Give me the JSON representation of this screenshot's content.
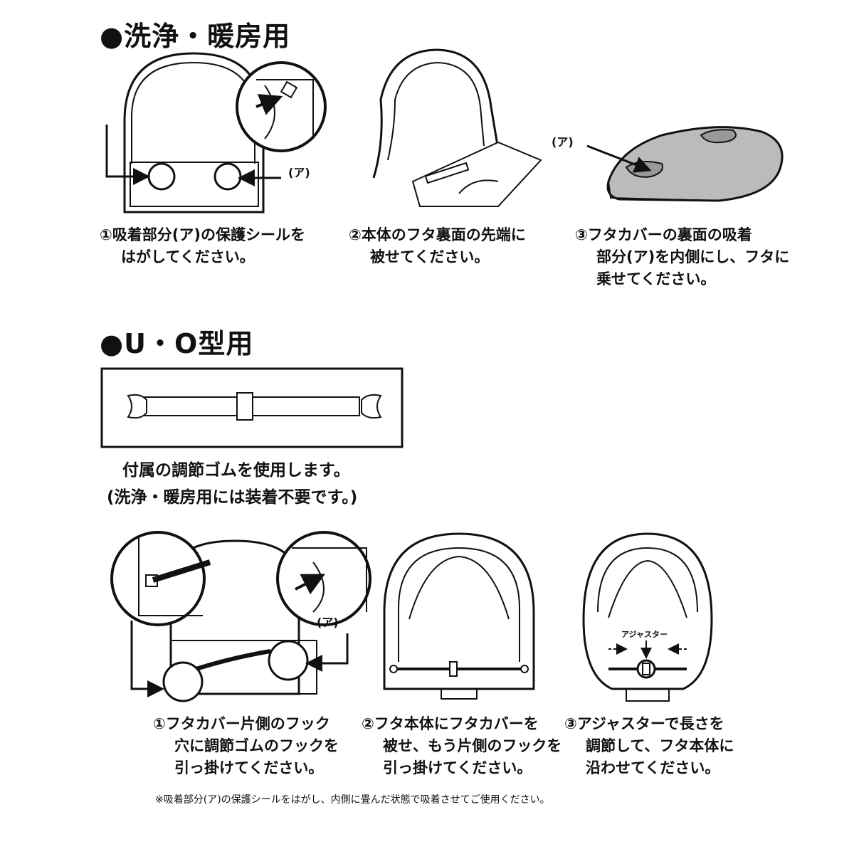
{
  "section1": {
    "title": "●洗浄・暖房用",
    "steps": [
      {
        "lines": [
          "①吸着部分(ア)の保護シールを",
          "はがしてください。"
        ]
      },
      {
        "lines": [
          "②本体のフタ裏面の先端に",
          "被せてください。"
        ]
      },
      {
        "lines": [
          "③フタカバーの裏面の吸着",
          "部分(ア)を内側にし、フタに",
          "乗せてください。"
        ]
      }
    ],
    "label_a": "(ア)"
  },
  "section2": {
    "title": "●U・O型用",
    "note_lines": [
      "付属の調節ゴムを使用します。",
      "(洗浄・暖房用には装着不要です。)"
    ],
    "steps": [
      {
        "lines": [
          "①フタカバー片側のフック",
          "穴に調節ゴムのフックを",
          "引っ掛けてください。"
        ]
      },
      {
        "lines": [
          "②フタ本体にフタカバーを",
          "被せ、もう片側のフックを",
          "引っ掛けてください。"
        ]
      },
      {
        "lines": [
          "③アジャスターで長さを",
          "調節して、フタ本体に",
          "沿わせてください。"
        ]
      }
    ],
    "label_a": "(ア)",
    "adjuster_label": "アジャスター"
  },
  "footnote": "※吸着部分(ア)の保護シールをはがし、内側に畳んだ状態で吸着させてご使用ください。"
}
